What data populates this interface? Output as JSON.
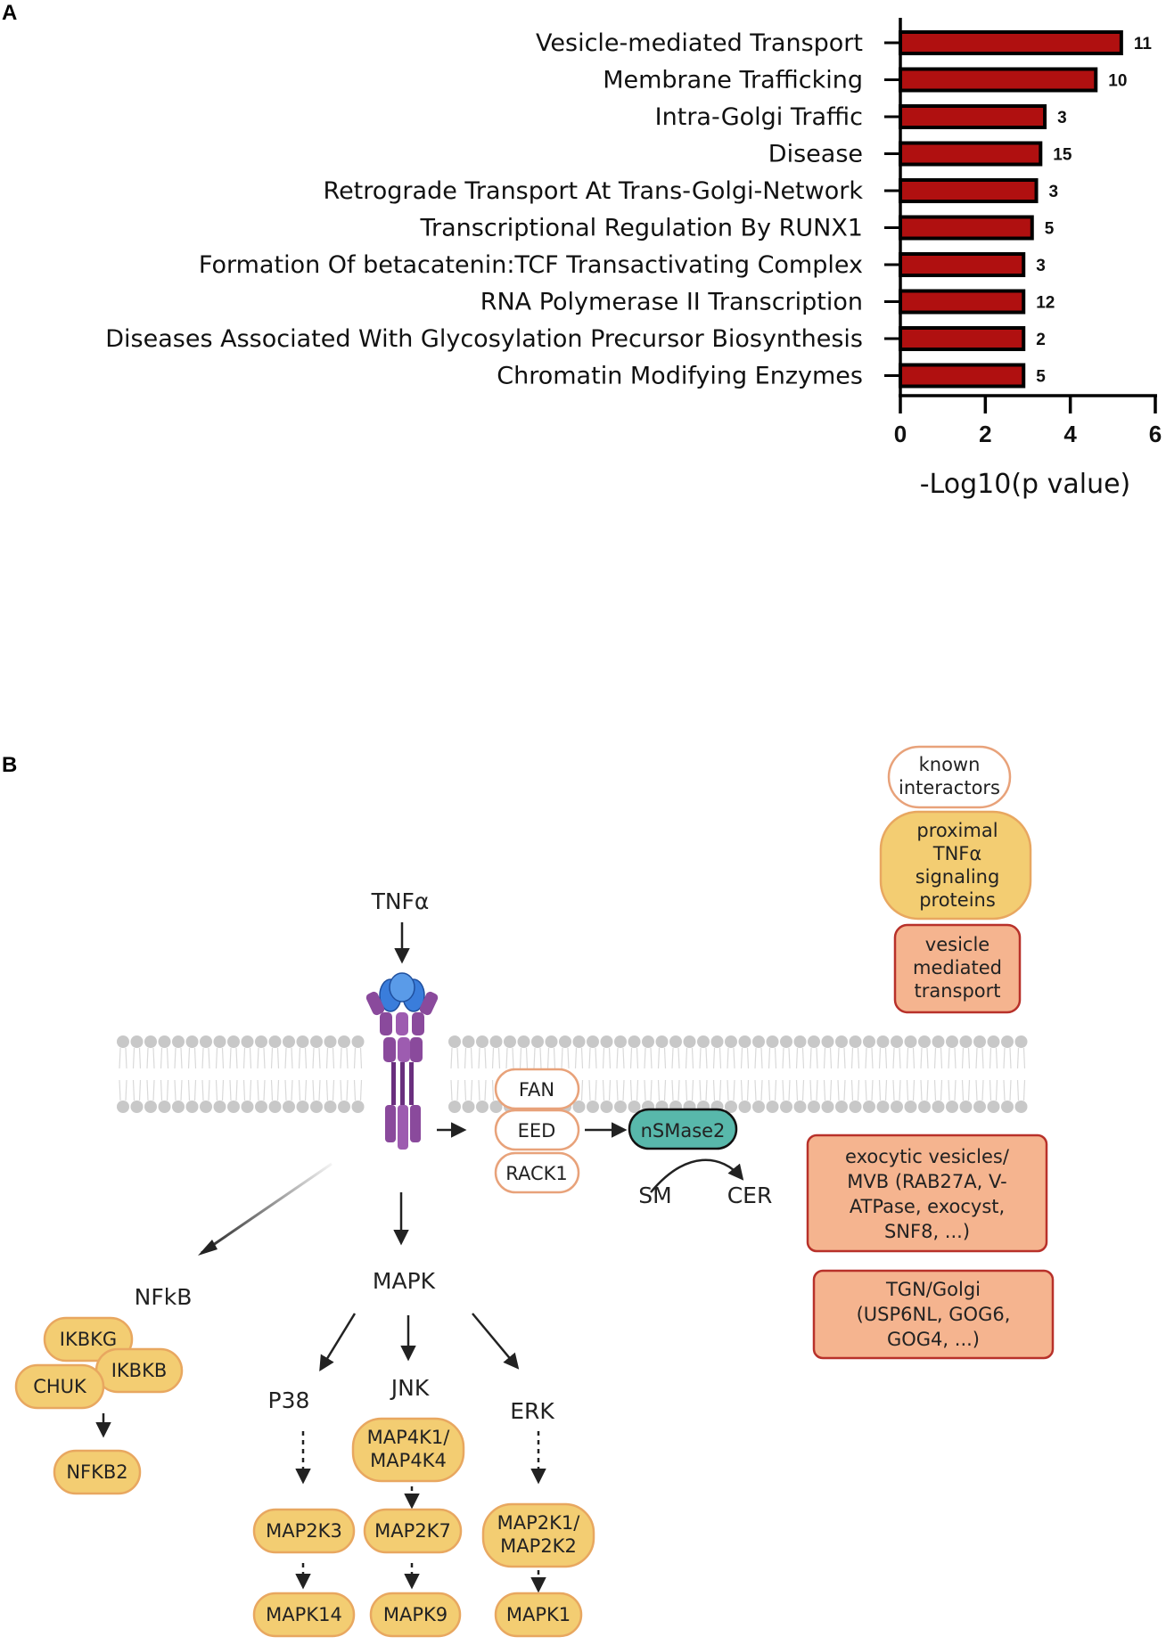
{
  "panel_a": {
    "letter": "A"
  },
  "panel_b": {
    "letter": "B"
  },
  "chart_data": {
    "type": "bar",
    "orientation": "horizontal",
    "categories": [
      "Vesicle-mediated Transport",
      "Membrane Trafficking",
      "Intra-Golgi Traffic",
      "Disease",
      "Retrograde Transport At Trans-Golgi-Network",
      "Transcriptional Regulation By RUNX1",
      "Formation Of betacatenin:TCF Transactivating Complex",
      "RNA Polymerase II Transcription",
      "Diseases Associated With Glycosylation Precursor Biosynthesis",
      "Chromatin Modifying Enzymes"
    ],
    "values": [
      5.2,
      4.6,
      3.4,
      3.3,
      3.2,
      3.1,
      2.9,
      2.9,
      2.9,
      2.9
    ],
    "bar_labels": [
      "11",
      "10",
      "3",
      "15",
      "3",
      "5",
      "3",
      "12",
      "2",
      "5"
    ],
    "xlabel": "-Log10(p value)",
    "ylabel": "",
    "xlim": [
      0,
      6
    ],
    "xticks": [
      "0",
      "2",
      "4",
      "6"
    ],
    "bar_color": "#b01010",
    "bar_edge_color": "#000000",
    "grid": false
  },
  "diagram": {
    "ligand": "TNFα",
    "adaptors": [
      "FAN",
      "EED",
      "RACK1"
    ],
    "enzyme": "nSMase2",
    "substrate": "SM",
    "product": "CER",
    "nfkb": {
      "label": "NFkB",
      "nodes": [
        "IKBKG",
        "IKBKB",
        "CHUK",
        "NFKB2"
      ]
    },
    "mapk": {
      "label": "MAPK",
      "p38": {
        "label": "P38",
        "upstream": "MAP2K3",
        "downstream": "MAPK14"
      },
      "jnk": {
        "label": "JNK",
        "top_line1": "MAP4K1/",
        "top_line2": "MAP4K4",
        "middle": "MAP2K7",
        "bottom": "MAPK9"
      },
      "erk": {
        "label": "ERK",
        "upstream_line1": "MAP2K1/",
        "upstream_line2": "MAP2K2",
        "downstream": "MAPK1"
      }
    },
    "legend": {
      "known": [
        "known",
        "interactors"
      ],
      "proximal": [
        "proximal",
        "TNFα",
        "signaling",
        "proteins"
      ],
      "vesicle": [
        "vesicle",
        "mediated",
        "transport"
      ]
    },
    "exocytic_box": [
      "exocytic vesicles/",
      "MVB (RAB27A, V-",
      "ATPase, exocyst,",
      "SNF8, ...)"
    ],
    "tgn_box": [
      "TGN/Golgi",
      "(USP6NL, GOG6,",
      "GOG4, ...)"
    ],
    "colors": {
      "proximal_fill": "#f3cd72",
      "proximal_stroke": "#e8a760",
      "vesicle_fill": "#f5b48f",
      "vesicle_stroke": "#b8312a",
      "known_stroke": "#e8a27a",
      "enzyme_fill": "#58b8ab",
      "receptor_purple": "#8a4a9c",
      "receptor_blue": "#3a7ddb",
      "membrane_gray": "#c8c8c8"
    }
  }
}
